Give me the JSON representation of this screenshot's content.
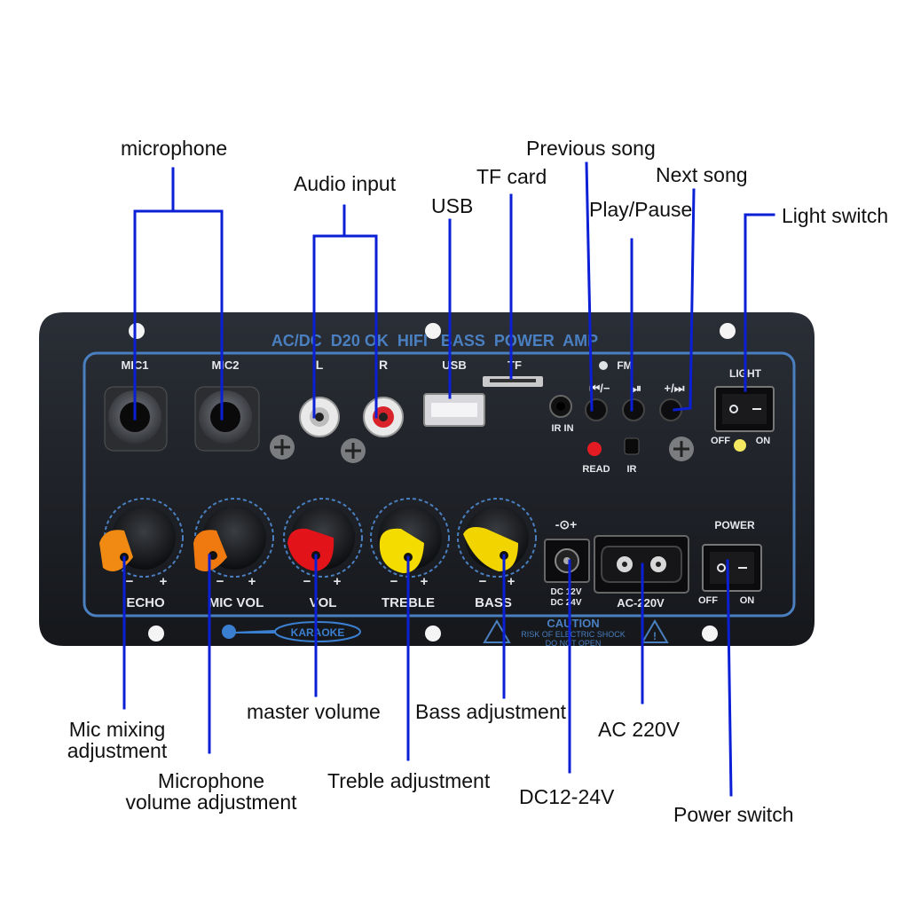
{
  "colors": {
    "leader_line": "#0a1fd6",
    "panel": "#1b1e24",
    "panel_print": "#4a7fc0",
    "white_print": "#e6e8ec",
    "echo_knob": "#f08a12",
    "micvol_knob": "#f07a10",
    "vol_knob": "#e2141a",
    "treble_knob": "#f5dc00",
    "bass_knob": "#f2d500"
  },
  "callouts": {
    "microphone": "microphone",
    "audio_input": "Audio input",
    "usb": "USB",
    "tf_card": "TF card",
    "previous_song": "Previous song",
    "next_song": "Next song",
    "play_pause": "Play/Pause",
    "light_switch": "Light switch",
    "mic_mixing_1": "Mic mixing",
    "mic_mixing_2": "adjustment",
    "mic_volume_1": "Microphone",
    "mic_volume_2": "volume adjustment",
    "master_volume": "master volume",
    "treble": "Treble adjustment",
    "bass": "Bass adjustment",
    "ac220": "AC 220V",
    "dc": "DC12-24V",
    "power_switch": "Power switch"
  },
  "panel": {
    "title": "AC/DC  D20 OK  HIFI   BASS  POWER  AMP",
    "mic1": "MIC1",
    "mic2": "MIC2",
    "l": "L",
    "r": "R",
    "usb": "USB",
    "tf": "TF",
    "ir_in": "IR IN",
    "fm": "FM",
    "prev_btn": "⏮/−",
    "play_btn": "⏯",
    "next_btn": "+/⏭",
    "read": "READ",
    "ir": "IR",
    "light": "LIGHT",
    "off": "OFF",
    "on": "ON",
    "echo": "ECHO",
    "mic_vol": "MIC VOL",
    "vol": "VOL",
    "treble": "TREBLE",
    "bass": "BASS",
    "dc_symbol": "-⊙+",
    "dc_rating_1": "DC 12V",
    "dc_rating_2": "DC 24V",
    "ac_label": "AC-220V",
    "power": "POWER",
    "karaoke": "KARAOKE",
    "caution": "CAUTION",
    "caution_line1": "RISK OF ELECTRIC SHOCK",
    "caution_line2": "DO NOT OPEN",
    "minus": "−",
    "plus": "+"
  }
}
